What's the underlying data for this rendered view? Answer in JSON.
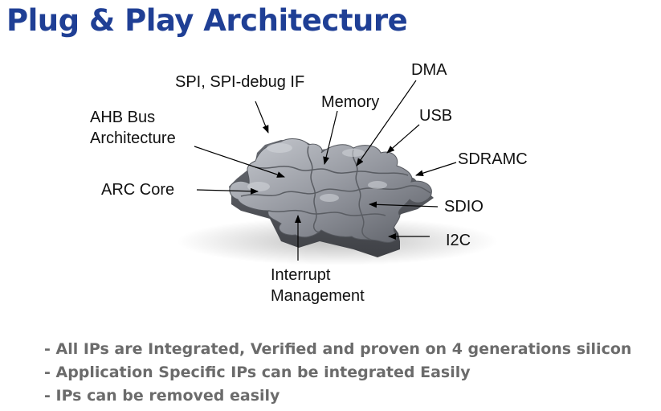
{
  "title": "Plug & Play Architecture",
  "diagram": {
    "labels": {
      "spi": "SPI, SPI-debug IF",
      "dma": "DMA",
      "memory": "Memory",
      "usb": "USB",
      "ahb_line1": "AHB Bus",
      "ahb_line2": "Architecture",
      "sdramc": "SDRAMC",
      "arc_core": "ARC Core",
      "sdio": "SDIO",
      "i2c": "I2C",
      "interrupt_line1": "Interrupt",
      "interrupt_line2": "Management"
    },
    "colors": {
      "piece": "#8f929a",
      "piece_light": "#c9ccd2",
      "piece_dark": "#4d4f55",
      "arrow": "#000000"
    }
  },
  "bullets": [
    "- All IPs are Integrated, Verified and proven on 4 generations silicon",
    "- Application Specific IPs can be integrated Easily",
    "- IPs can be removed easily"
  ]
}
